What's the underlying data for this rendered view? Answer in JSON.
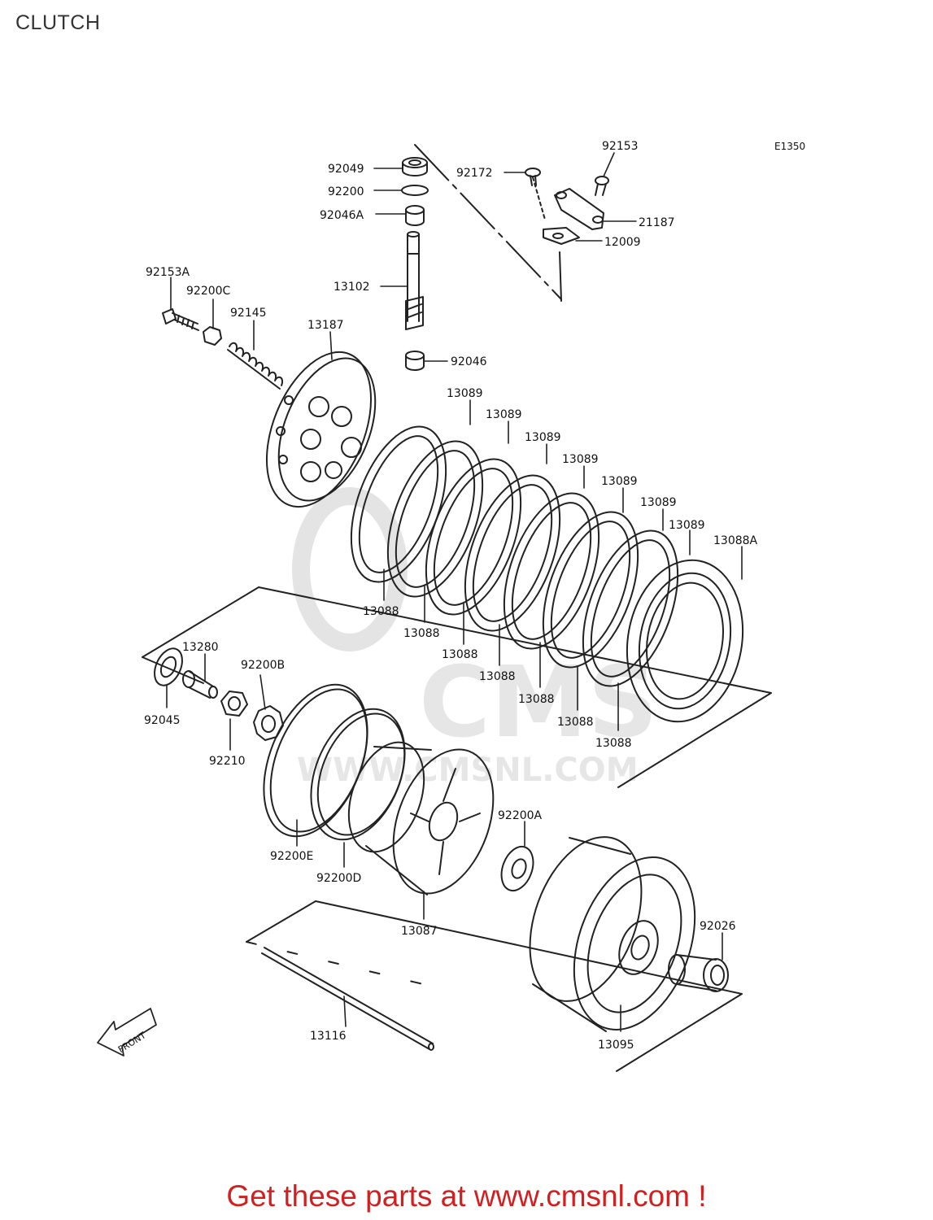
{
  "page": {
    "title": "CLUTCH",
    "diagram_code": "E1350",
    "footer": "Get these parts at www.cmsnl.com !",
    "watermark": {
      "brand": "CMS",
      "url": "WWW.CMSNL.COM"
    },
    "front_arrow": "FRONT"
  },
  "parts": {
    "p92049": "92049",
    "p92200": "92200",
    "p92046A": "92046A",
    "p13102": "13102",
    "p92046": "92046",
    "p92172": "92172",
    "p92153": "92153",
    "p21187": "21187",
    "p12009": "12009",
    "p92153A": "92153A",
    "p92200C": "92200C",
    "p92145": "92145",
    "p13187": "13187",
    "p13089_1": "13089",
    "p13089_2": "13089",
    "p13089_3": "13089",
    "p13089_4": "13089",
    "p13089_5": "13089",
    "p13089_6": "13089",
    "p13089_7": "13089",
    "p13088A": "13088A",
    "p13088_1": "13088",
    "p13088_2": "13088",
    "p13088_3": "13088",
    "p13088_4": "13088",
    "p13088_5": "13088",
    "p13088_6": "13088",
    "p13088_7": "13088",
    "p13280": "13280",
    "p92200B": "92200B",
    "p92045": "92045",
    "p92210": "92210",
    "p92200E": "92200E",
    "p92200D": "92200D",
    "p13087": "13087",
    "p92200A": "92200A",
    "p92026": "92026",
    "p13116": "13116",
    "p13095": "13095"
  },
  "colors": {
    "line": "#222222",
    "footer": "#d21f1f",
    "watermark": "#e6e6e6",
    "title": "#333333"
  }
}
